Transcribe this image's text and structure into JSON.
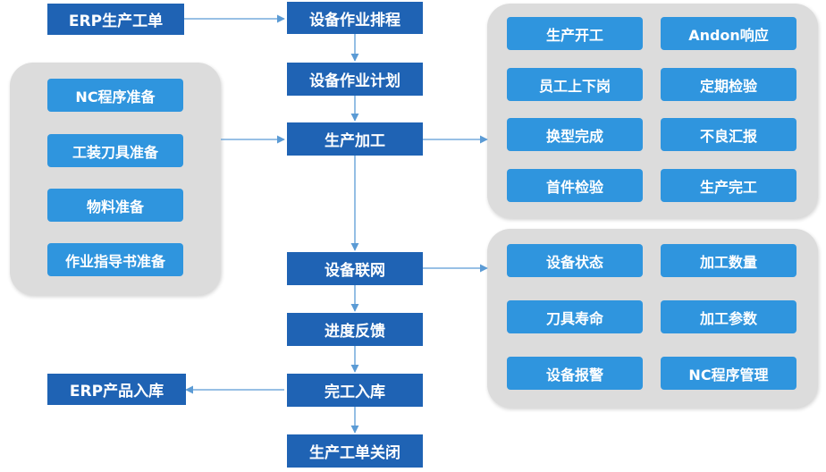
{
  "colors": {
    "main_box": "#1f63b4",
    "sub_box": "#2f95de",
    "panel": "#dcdcdc",
    "connector": "#5b9bd5"
  },
  "left_boxes": {
    "erp_order": "ERP生产工单",
    "erp_storage": "ERP产品入库"
  },
  "main_flow": [
    "设备作业排程",
    "设备作业计划",
    "生产加工",
    "设备联网",
    "进度反馈",
    "完工入库",
    "生产工单关闭"
  ],
  "prep_panel": {
    "items": [
      "NC程序准备",
      "工装刀具准备",
      "物料准备",
      "作业指导书准备"
    ]
  },
  "production_panel": {
    "items": [
      "生产开工",
      "Andon响应",
      "员工上下岗",
      "定期检验",
      "换型完成",
      "不良汇报",
      "首件检验",
      "生产完工"
    ]
  },
  "network_panel": {
    "items": [
      "设备状态",
      "加工数量",
      "刀具寿命",
      "加工参数",
      "设备报警",
      "NC程序管理"
    ]
  }
}
